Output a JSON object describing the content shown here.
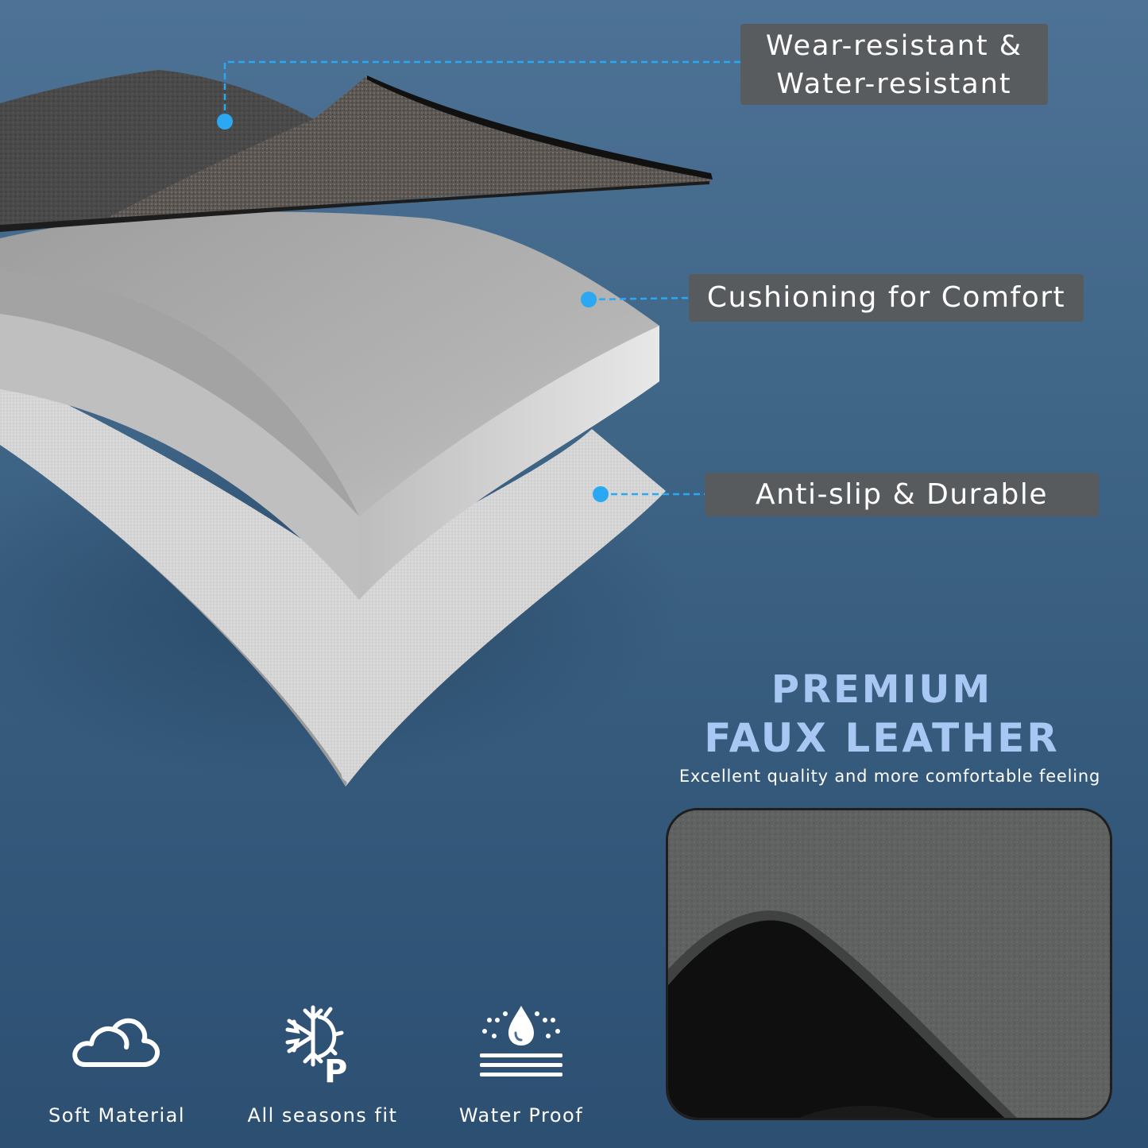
{
  "callouts": {
    "wear_line1": "Wear-resistant &",
    "wear_line2": "Water-resistant",
    "cushion": "Cushioning for Comfort",
    "antislip": "Anti-slip & Durable"
  },
  "premium": {
    "line1": "PREMIUM",
    "line2": "FAUX LEATHER",
    "subtitle": "Excellent quality and more comfortable feeling"
  },
  "features": [
    {
      "label": "Soft Material",
      "icon": "cloud-icon"
    },
    {
      "label": "All seasons fit",
      "icon": "snowflake-sun-icon"
    },
    {
      "label": "Water Proof",
      "icon": "water-drop-icon"
    }
  ],
  "colors": {
    "accent_blue": "#2aa8f2",
    "title_blue": "#a8c7f3",
    "label_bg": "#5a5a5a"
  }
}
